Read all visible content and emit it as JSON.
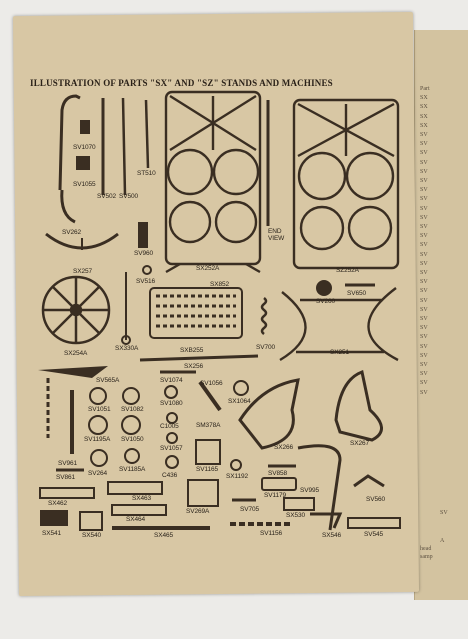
{
  "title": "ILLUSTRATION OF PARTS \"SX\" AND \"SZ\" STANDS AND MACHINES",
  "labels": {
    "sv1070": "SV1070",
    "sv1055": "SV1055",
    "sv502": "SV502",
    "sv500": "SV500",
    "st510": "ST510",
    "sx252a": "SX252A",
    "end_view": "END\nVIEW",
    "sz252a": "SZ252A",
    "sv262": "SV262",
    "sx257": "SX257",
    "sv960": "SV960",
    "sv516": "SV516",
    "sx852": "SX852",
    "sv260": "SV260",
    "sv650": "SV650",
    "sx254a": "SX254A",
    "sx330a": "SX330A",
    "sxb255": "SXB255",
    "sv700": "SV700",
    "sx251": "SX251",
    "sx256": "SX256",
    "sv565a": "SV565A",
    "sv1074": "SV1074",
    "sv1056": "SV1056",
    "sv1080": "SV1080",
    "sx1064": "SX1064",
    "sv1051": "SV1051",
    "sv1082": "SV1082",
    "c1005": "C1005",
    "sm378a": "SM378A",
    "sv1195a": "SV1195A",
    "sv1050": "SV1050",
    "sv1057": "SV1057",
    "sx266": "SX266",
    "sx267": "SX267",
    "sv961": "SV961",
    "sv264": "SV264",
    "sv1185a": "SV1185A",
    "c436": "C436",
    "sv1165": "SV1165",
    "sx1192": "SX1192",
    "sv858": "SV858",
    "sv861": "SV861",
    "sv1179": "SV1179",
    "sv995": "SV995",
    "sx462": "SX462",
    "sx463": "SX463",
    "sv269a": "SV269A",
    "sx464": "SX464",
    "sv705": "SV705",
    "sx530": "SX530",
    "sv560": "SV560",
    "sx541": "SX541",
    "sx540": "SX540",
    "sx465": "SX465",
    "sv1156": "SV1156",
    "sx546": "SX546",
    "sv545": "SV545"
  },
  "right_page": {
    "lines": [
      "Part",
      "SX",
      "SX",
      "SX",
      "SX",
      "SV",
      "SV",
      "SV",
      "SV",
      "SV",
      "SV",
      "SV",
      "SV",
      "SV",
      "SV",
      "SV",
      "SV",
      "SV",
      "SV",
      "SV",
      "SV",
      "SV",
      "SV",
      "SV",
      "SV",
      "SV",
      "SV",
      "SV",
      "SV",
      "SV",
      "SV",
      "SV",
      "SV",
      "SV"
    ],
    "footer_1": "SV",
    "footer_2": "A",
    "footer_3": "head",
    "footer_4": "samp"
  },
  "colors": {
    "paper": "#d8c7a4",
    "ink": "#2b241c",
    "background": "#ecebe8"
  }
}
